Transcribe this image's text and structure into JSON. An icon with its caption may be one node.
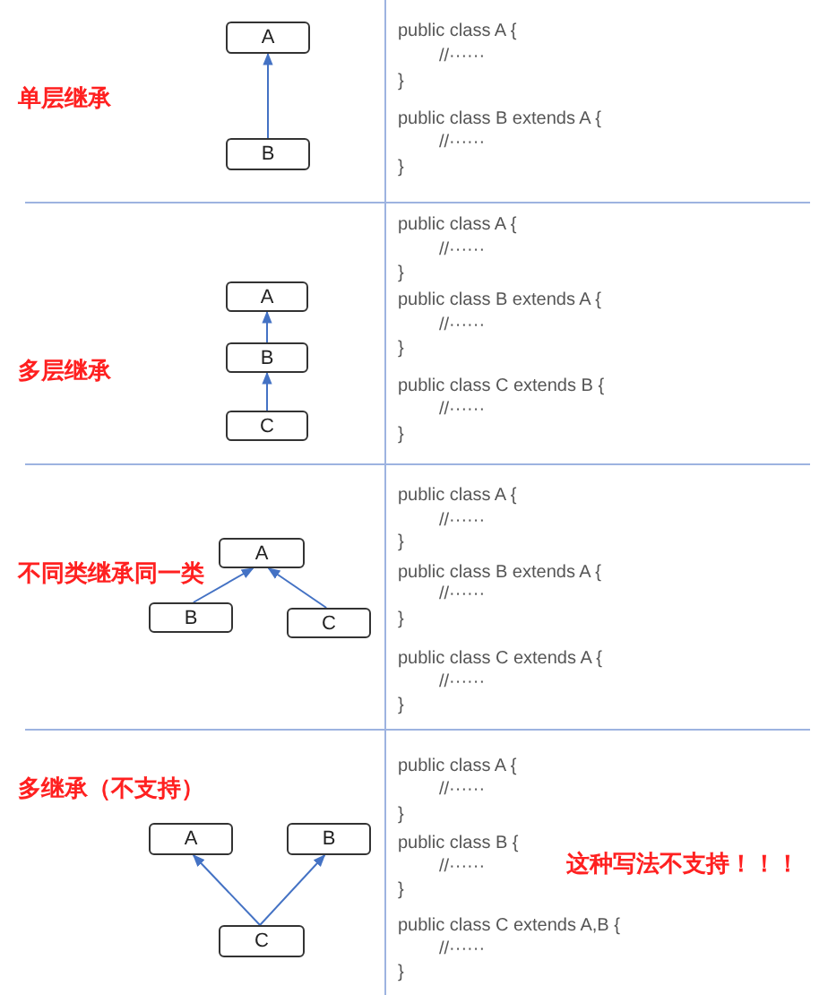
{
  "diagram": {
    "nodes": [
      {
        "text": [
          "A"
        ]
      },
      {
        "text": [
          "B"
        ]
      },
      {
        "text": [
          "A"
        ]
      },
      {
        "text": [
          "B"
        ]
      },
      {
        "text": [
          "C"
        ]
      },
      {
        "text": [
          "A"
        ]
      },
      {
        "text": [
          "B"
        ]
      },
      {
        "text": [
          "C"
        ]
      },
      {
        "text": [
          "A"
        ]
      },
      {
        "text": [
          "B"
        ]
      },
      {
        "text": [
          "C"
        ]
      }
    ],
    "edges": [
      {
        "from": 1,
        "to": 0,
        "arrow": "to"
      },
      {
        "from": 3,
        "to": 2,
        "arrow": "to"
      },
      {
        "from": 4,
        "to": 3,
        "arrow": "to"
      },
      {
        "from": 6,
        "to": 5,
        "arrow": "to"
      },
      {
        "from": 7,
        "to": 5,
        "arrow": "to"
      },
      {
        "from": 10,
        "to": 8,
        "arrow": "to"
      },
      {
        "from": 10,
        "to": 9,
        "arrow": "to"
      }
    ],
    "labels": [
      "单层继承",
      "public class A {",
      "//······",
      "}",
      "public class B extends A {",
      "//······",
      "}",
      "多层继承",
      "public class A {",
      "//······",
      "}",
      "public class B extends A {",
      "//······",
      "}",
      "public class C extends B {",
      "//······",
      "}",
      "不同类继承同一类",
      "public class A {",
      "//······",
      "}",
      "public class B extends A {",
      "//······",
      "}",
      "public class C extends A {",
      "//······",
      "}",
      "多继承（不支持）",
      "public class A {",
      "//······",
      "}",
      "public class B {",
      "//······",
      "}",
      "这种写法不支持！！！",
      "public class C extends A,B {",
      "//······",
      "}"
    ]
  }
}
